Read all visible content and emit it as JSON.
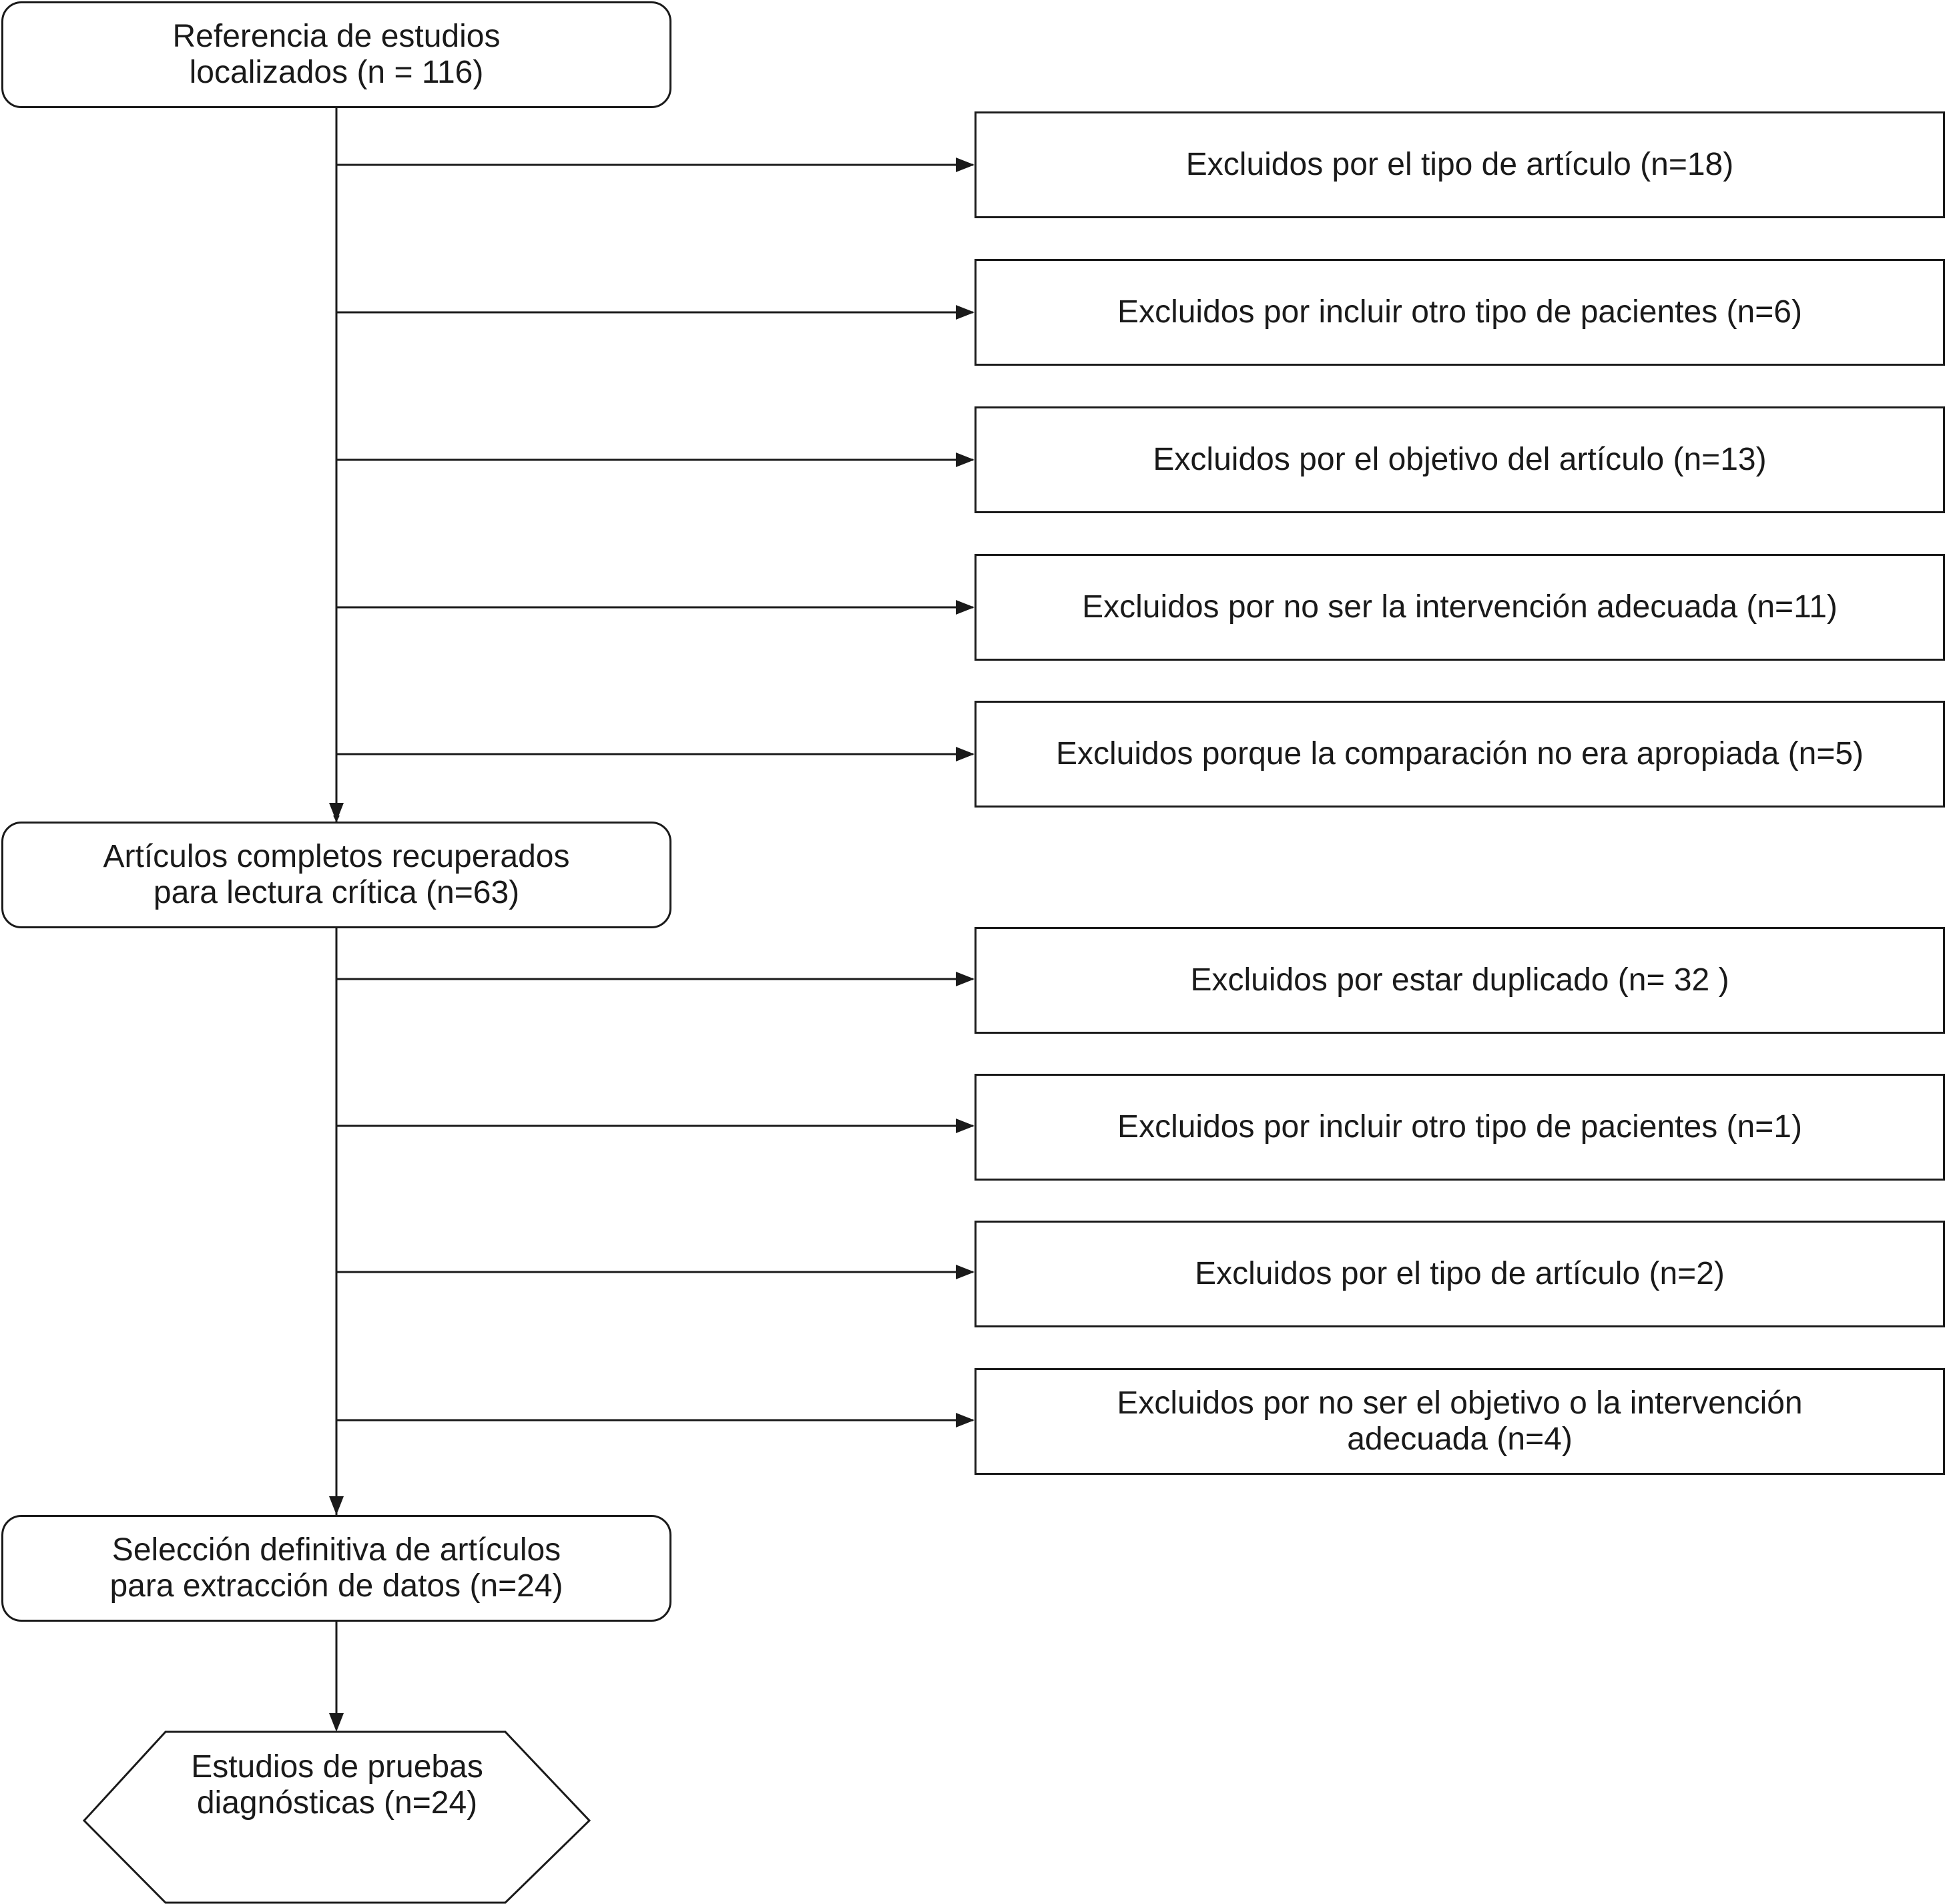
{
  "diagram": {
    "nodes": {
      "initial": {
        "text": "Referencia de estudios\nlocalizados (n = 116)"
      },
      "retrieved": {
        "text": "Artículos completos recuperados\npara lectura crítica (n=63)"
      },
      "selected": {
        "text": "Selección definitiva de artículos\npara extracción de datos (n=24)"
      },
      "final": {
        "text": "Estudios de pruebas\ndiagnósticas (n=24)"
      }
    },
    "exclusions_stage1": [
      {
        "text": "Excluidos por el tipo de artículo (n=18)"
      },
      {
        "text": "Excluidos por incluir otro tipo de pacientes (n=6)"
      },
      {
        "text": "Excluidos por el objetivo del artículo (n=13)"
      },
      {
        "text": "Excluidos por no ser la intervención adecuada (n=11)"
      },
      {
        "text": "Excluidos porque la comparación no era apropiada (n=5)"
      }
    ],
    "exclusions_stage2": [
      {
        "text": "Excluidos por estar duplicado (n= 32 )"
      },
      {
        "text": "Excluidos por incluir otro tipo de pacientes (n=1)"
      },
      {
        "text": "Excluidos por el tipo de artículo (n=2)"
      },
      {
        "text": "Excluidos por no ser el objetivo o la intervención\nadecuada (n=4)"
      }
    ]
  }
}
